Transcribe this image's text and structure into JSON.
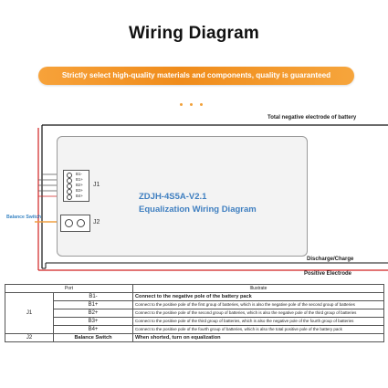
{
  "title": "Wiring Diagram",
  "banner": "Strictly select high-quality materials and components, quality is guaranteed",
  "board": {
    "model": "ZDJH-4S5A-V2.1",
    "name": "Equalization Wiring Diagram",
    "j1_label": "J1",
    "j2_label": "J2",
    "j1_pins": [
      "B1-",
      "B1+",
      "B2+",
      "B3+",
      "B4+"
    ]
  },
  "labels": {
    "total_negative": "Total negative electrode of battery",
    "discharge": "Discharge/Charge",
    "positive": "Positive Electrode",
    "balance_switch": "Balance Switch"
  },
  "colors": {
    "banner": "#f08c1b",
    "wire_red": "#d02020",
    "wire_black": "#111111",
    "accent": "#3f7fc0"
  },
  "table": {
    "headers": [
      "Port",
      "Illustrate"
    ],
    "j1_port": "J1",
    "j1_rows": [
      {
        "pin": "B1-",
        "text": "Connect to the negative pole of the battery pack"
      },
      {
        "pin": "B1+",
        "text": "Connect to the positive pole of the first group of batteries, which is also the negative pole of the second group of batteries"
      },
      {
        "pin": "B2+",
        "text": "Connect to the positive pole of the second group of batteries, which is also the negative pole of the third group of batteries"
      },
      {
        "pin": "B3+",
        "text": "Connect to the positive pole of the third group of batteries, which is also the negative pole of the fourth group of batteries"
      },
      {
        "pin": "B4+",
        "text": "Connect to the positive pole of the fourth group of batteries, which is also the total positive pole of the battery pack"
      }
    ],
    "j2_port": "J2",
    "j2_pin": "Balance Switch",
    "j2_text": "When shorted, turn on equalization"
  }
}
